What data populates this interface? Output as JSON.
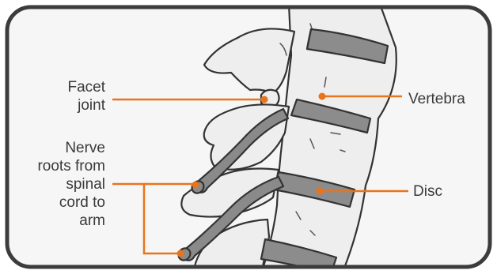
{
  "labels": {
    "facet_joint": [
      "Facet",
      "joint"
    ],
    "nerve_roots": [
      "Nerve",
      "roots from",
      "spinal",
      "cord to",
      "arm"
    ],
    "vertebra": "Vertebra",
    "disc": "Disc"
  },
  "colors": {
    "frame": "#3c3c3c",
    "background": "#f6f6f6",
    "bone_fill": "#eeeeee",
    "outline": "#333333",
    "disc_gray": "#8c8c8c",
    "nerve_gray": "#8a8a8a",
    "leader_orange": "#e8741e"
  }
}
